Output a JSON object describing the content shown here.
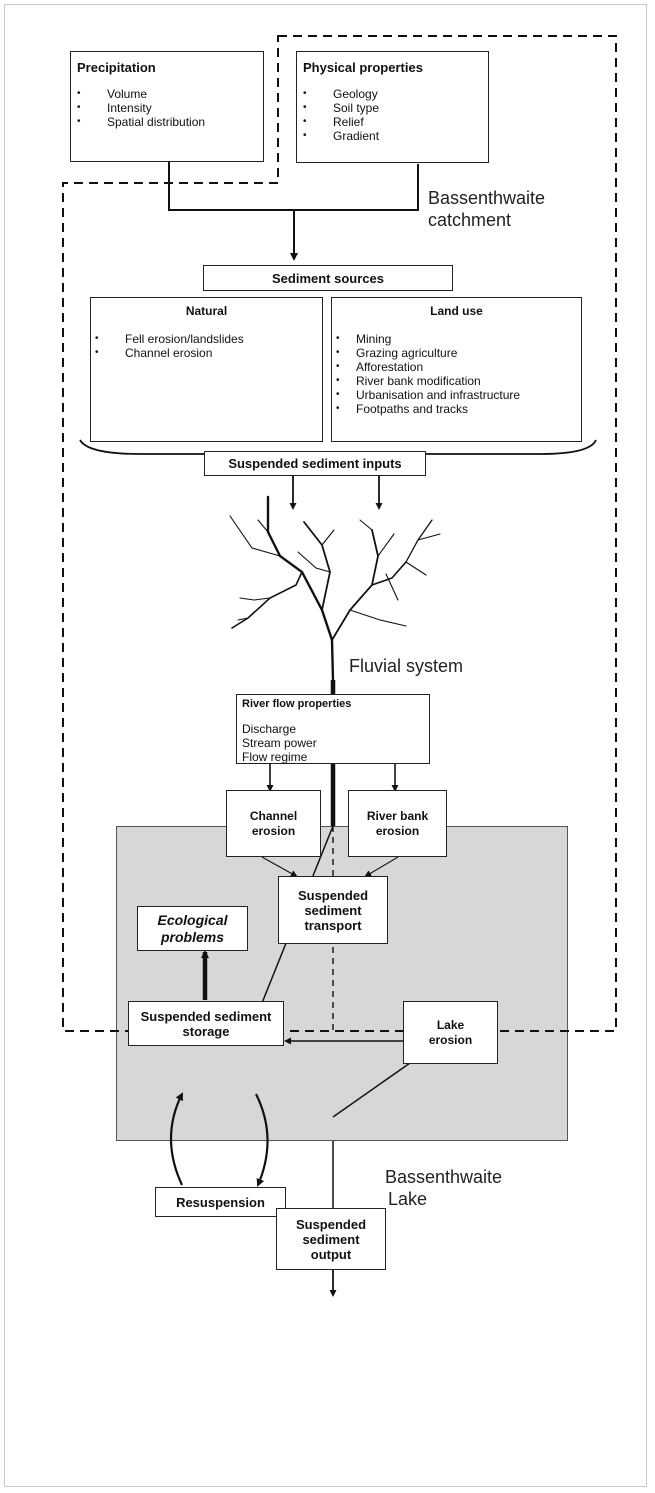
{
  "precipitation": {
    "title": "Precipitation",
    "items": [
      "Volume",
      "Intensity",
      "Spatial distribution"
    ]
  },
  "physical_properties": {
    "title": "Physical properties",
    "items": [
      "Geology",
      "Soil type",
      "Relief",
      "Gradient"
    ]
  },
  "catchment_label": [
    "Bassenthwaite",
    "catchment"
  ],
  "sediment_sources": {
    "title": "Sediment sources"
  },
  "natural": {
    "title": "Natural",
    "items": [
      "Fell erosion/landslides",
      "Channel erosion"
    ]
  },
  "land_use": {
    "title": "Land use",
    "items": [
      "Mining",
      "Grazing agriculture",
      "Afforestation",
      "River bank modification",
      "Urbanisation and infrastructure",
      "Footpaths and tracks"
    ]
  },
  "suspended_inputs": {
    "title": "Suspended sediment inputs"
  },
  "fluvial_label": "Fluvial system",
  "river_flow": {
    "title": "River flow properties",
    "items": [
      "Discharge",
      "Stream power",
      "Flow regime"
    ]
  },
  "channel_erosion": [
    "Channel",
    "erosion"
  ],
  "river_bank_erosion": [
    "River bank",
    "erosion"
  ],
  "transport": [
    "Suspended",
    "sediment",
    "transport"
  ],
  "ecological": [
    "Ecological",
    "problems"
  ],
  "storage": [
    "Suspended sediment",
    "storage"
  ],
  "lake_erosion": [
    "Lake",
    "erosion"
  ],
  "resuspension": "Resuspension",
  "lake_label": [
    "Bassenthwaite",
    "Lake"
  ],
  "output": [
    "Suspended",
    "sediment",
    "output"
  ]
}
